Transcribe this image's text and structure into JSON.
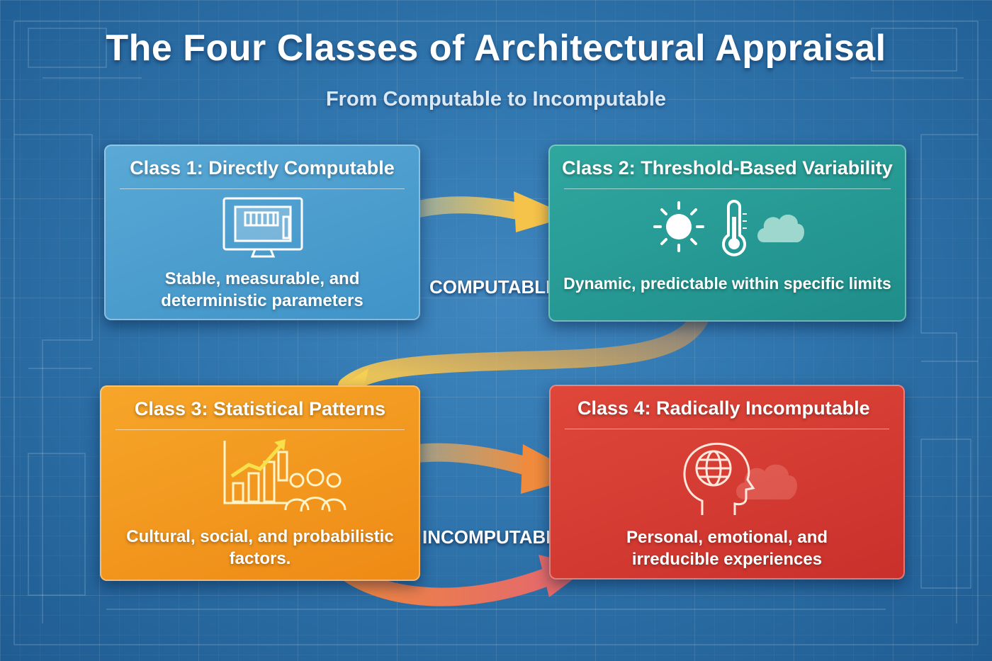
{
  "title": "The Four Classes of Architectural Appraisal",
  "subtitle": "From Computable to Incomputable",
  "cards": [
    {
      "heading": "Class 1: Directly Computable",
      "description_lines": [
        "Stable, measurable, and",
        "deterministic parameters"
      ],
      "icon": "computer-monitor-icon",
      "color": "#4a9dcf"
    },
    {
      "heading": "Class 2: Threshold-Based Variability",
      "description_lines": [
        "Dynamic, predictable within specific limits"
      ],
      "icons": [
        "sun-icon",
        "thermometer-icon",
        "cloud-icon"
      ],
      "color": "#2a9e97"
    },
    {
      "heading": "Class 3: Statistical Patterns",
      "description_lines": [
        "Cultural, social, and probabilistic",
        "factors."
      ],
      "icons": [
        "bar-chart-trend-icon",
        "people-group-icon"
      ],
      "color": "#f29a20"
    },
    {
      "heading": "Class 4: Radically Incomputable",
      "description_lines": [
        "Personal, emotional, and",
        "irreducible experiences"
      ],
      "icon": "head-globe-icon",
      "color": "#d63c33"
    }
  ],
  "flow_labels": {
    "top": "COMPUTABLE",
    "bottom": "INCOMPUTABLE"
  }
}
